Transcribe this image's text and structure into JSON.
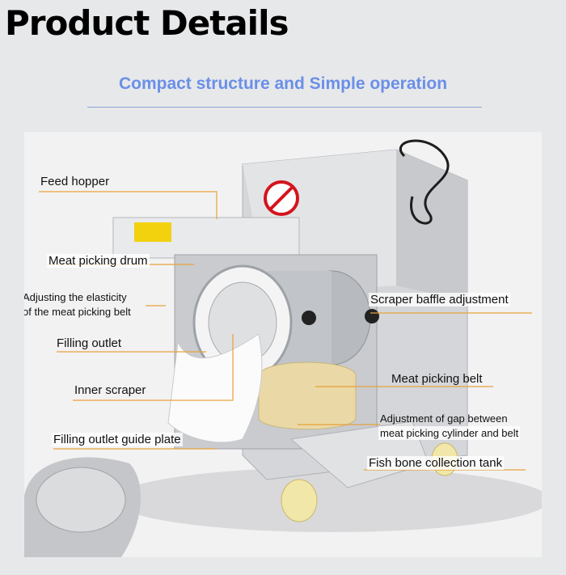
{
  "header": {
    "title": "Product Details",
    "subtitle": "Compact structure and Simple operation"
  },
  "callouts": {
    "feed_hopper": "Feed hopper",
    "meat_picking_drum": "Meat picking drum",
    "adjust_elasticity_line1": "Adjusting the elasticity",
    "adjust_elasticity_line2": "of the meat picking belt",
    "filling_outlet": "Filling outlet",
    "inner_scraper": "Inner scraper",
    "guide_plate": "Filling outlet guide plate",
    "scraper_baffle": "Scraper baffle adjustment",
    "meat_picking_belt": "Meat picking belt",
    "gap_line1": "Adjustment of gap between",
    "gap_line2": "meat picking cylinder and belt",
    "fish_bone_tank": "Fish bone collection tank"
  },
  "colors": {
    "subtitle": "#6a8fe8",
    "leader_line": "#e8a23a",
    "warning_red": "#d4141c",
    "belt": "#ead9a6"
  }
}
